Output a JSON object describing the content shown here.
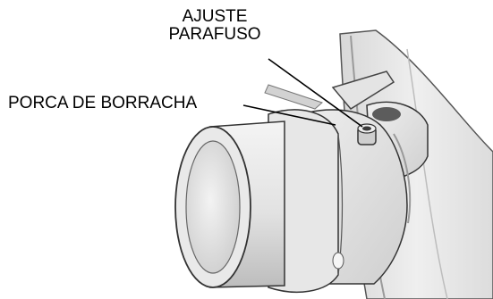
{
  "labels": {
    "adjust_line1": "AJUSTE",
    "adjust_line2": "PARAFUSO",
    "nut": "PORCA DE BORRACHA"
  },
  "colors": {
    "background": "#ffffff",
    "ink": "#000000",
    "metal_light": "#ececec",
    "metal_mid": "#c9c9c9",
    "metal_dark": "#7a7a7a"
  }
}
